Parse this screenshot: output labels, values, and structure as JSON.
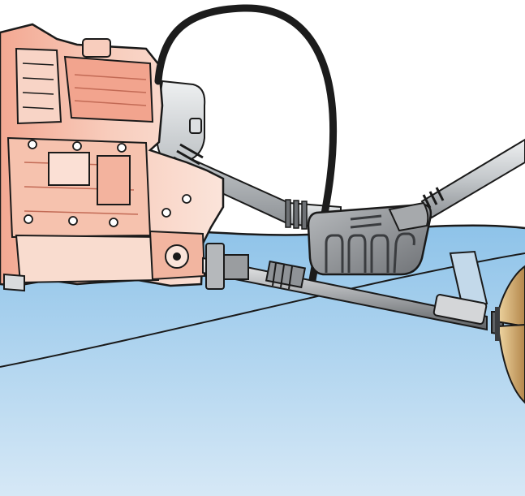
{
  "illustration": {
    "components": [
      {
        "id": "engine",
        "icon": "marine-engine-icon"
      },
      {
        "id": "exhaust-elbow",
        "icon": "exhaust-pipe-icon"
      },
      {
        "id": "siphon-hose",
        "icon": "hose-icon"
      },
      {
        "id": "waterlift-muffler",
        "icon": "muffler-icon"
      },
      {
        "id": "exhaust-outlet-hose",
        "icon": "hose-icon"
      },
      {
        "id": "propeller-shaft",
        "icon": "shaft-icon"
      },
      {
        "id": "strut",
        "icon": "strut-icon"
      },
      {
        "id": "propeller",
        "icon": "propeller-icon"
      }
    ],
    "colors": {
      "water_top": "#8ec3e9",
      "water_bottom": "#d6e8f6",
      "engine_fill": "#f6c2ae",
      "engine_shade": "#e88f78",
      "outline": "#1a1a1a",
      "hose": "#1c1c1c",
      "pipe": "#c9cccf",
      "muffler": "#8d9094",
      "propeller": "#c9a163"
    }
  }
}
